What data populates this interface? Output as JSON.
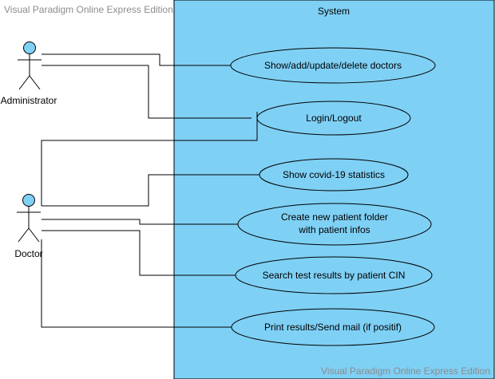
{
  "watermark": {
    "top": "Visual Paradigm Online Express Edition",
    "bottom": "Visual Paradigm Online Express Edition"
  },
  "system": {
    "title": "System",
    "fill": "#7fd0f5"
  },
  "actors": {
    "administrator": "Administrator",
    "doctor": "Doctor",
    "head_fill": "#7fd0f5"
  },
  "use_cases": {
    "manage_doctors": "Show/add/update/delete doctors",
    "login": "Login/Logout",
    "covid_stats": "Show covid-19 statistics",
    "create_folder_line1": "Create new patient folder",
    "create_folder_line2": "with patient infos",
    "search_results": "Search test results by patient CIN",
    "print_results": "Print results/Send mail (if positif)"
  }
}
